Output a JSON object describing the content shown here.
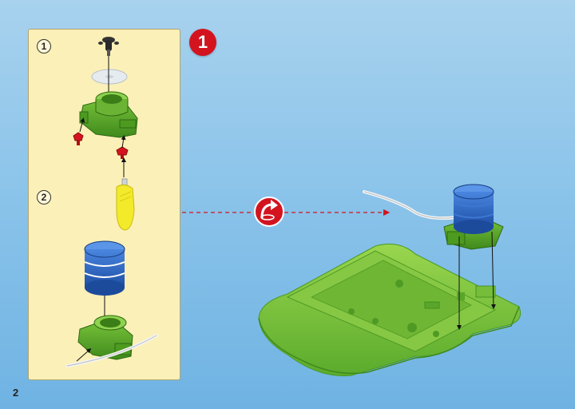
{
  "main_step": {
    "number": "1"
  },
  "page": {
    "number": "2"
  },
  "substeps": [
    {
      "number": "1"
    },
    {
      "number": "2"
    }
  ],
  "icons": {
    "rotate": "rotate-model-icon",
    "screw": "screw-icon",
    "washer": "washer-icon",
    "bracket": "green-bracket-icon",
    "peg": "red-peg-icon",
    "tool": "yellow-tool-icon",
    "drum": "blue-drum-icon",
    "wire": "white-wire-icon",
    "base": "green-base-plate-icon"
  },
  "colors": {
    "step_red": "#d3141f",
    "panel": "#fbf0b7",
    "green_part": "#4f9a24",
    "blue_part": "#2e69c7",
    "yellow_part": "#f3ea2a"
  }
}
